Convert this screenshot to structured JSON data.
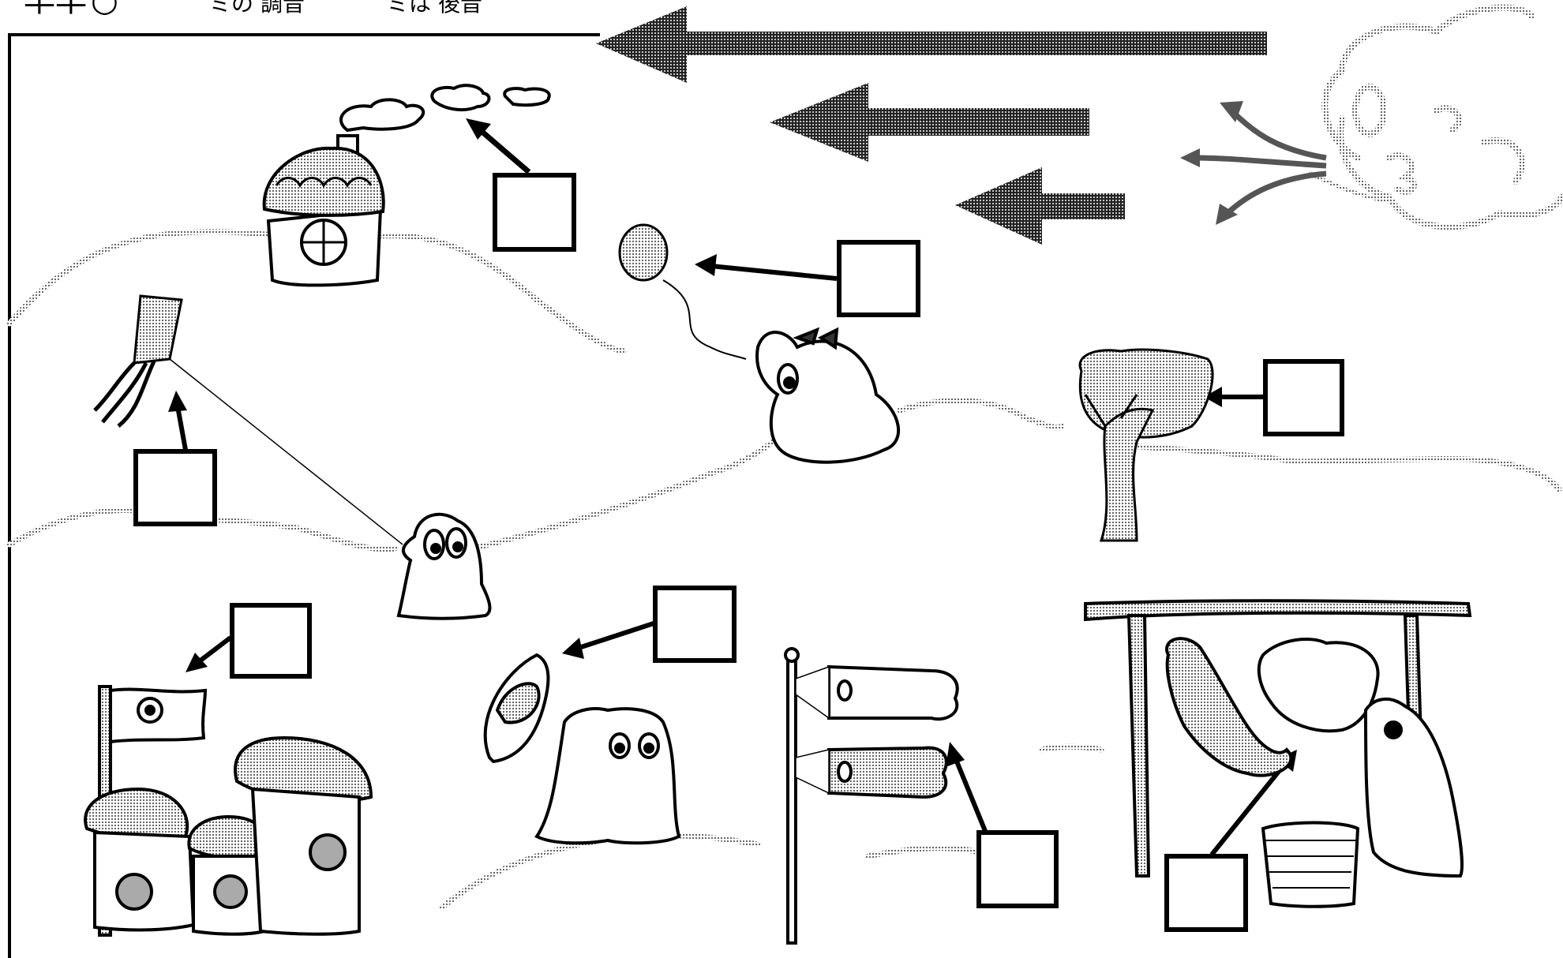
{
  "header": {
    "title_part1": "早早",
    "title_part2": "ミの",
    "title_part3": "調音",
    "title_part4": "ミは",
    "title_part5": "後音"
  },
  "worksheet": {
    "answer_boxes": [
      {
        "id": "smoke",
        "value": ""
      },
      {
        "id": "balloon",
        "value": ""
      },
      {
        "id": "kite",
        "value": ""
      },
      {
        "id": "tree",
        "value": ""
      },
      {
        "id": "flag",
        "value": ""
      },
      {
        "id": "hat",
        "value": ""
      },
      {
        "id": "carp-streamer",
        "value": ""
      },
      {
        "id": "laundry",
        "value": ""
      }
    ]
  },
  "colors": {
    "ink": "#000000",
    "halftone_dark": "#3a3a3a",
    "halftone_mid": "#8a8a8a",
    "halftone_light": "#b8b8b8",
    "paper": "#ffffff"
  }
}
